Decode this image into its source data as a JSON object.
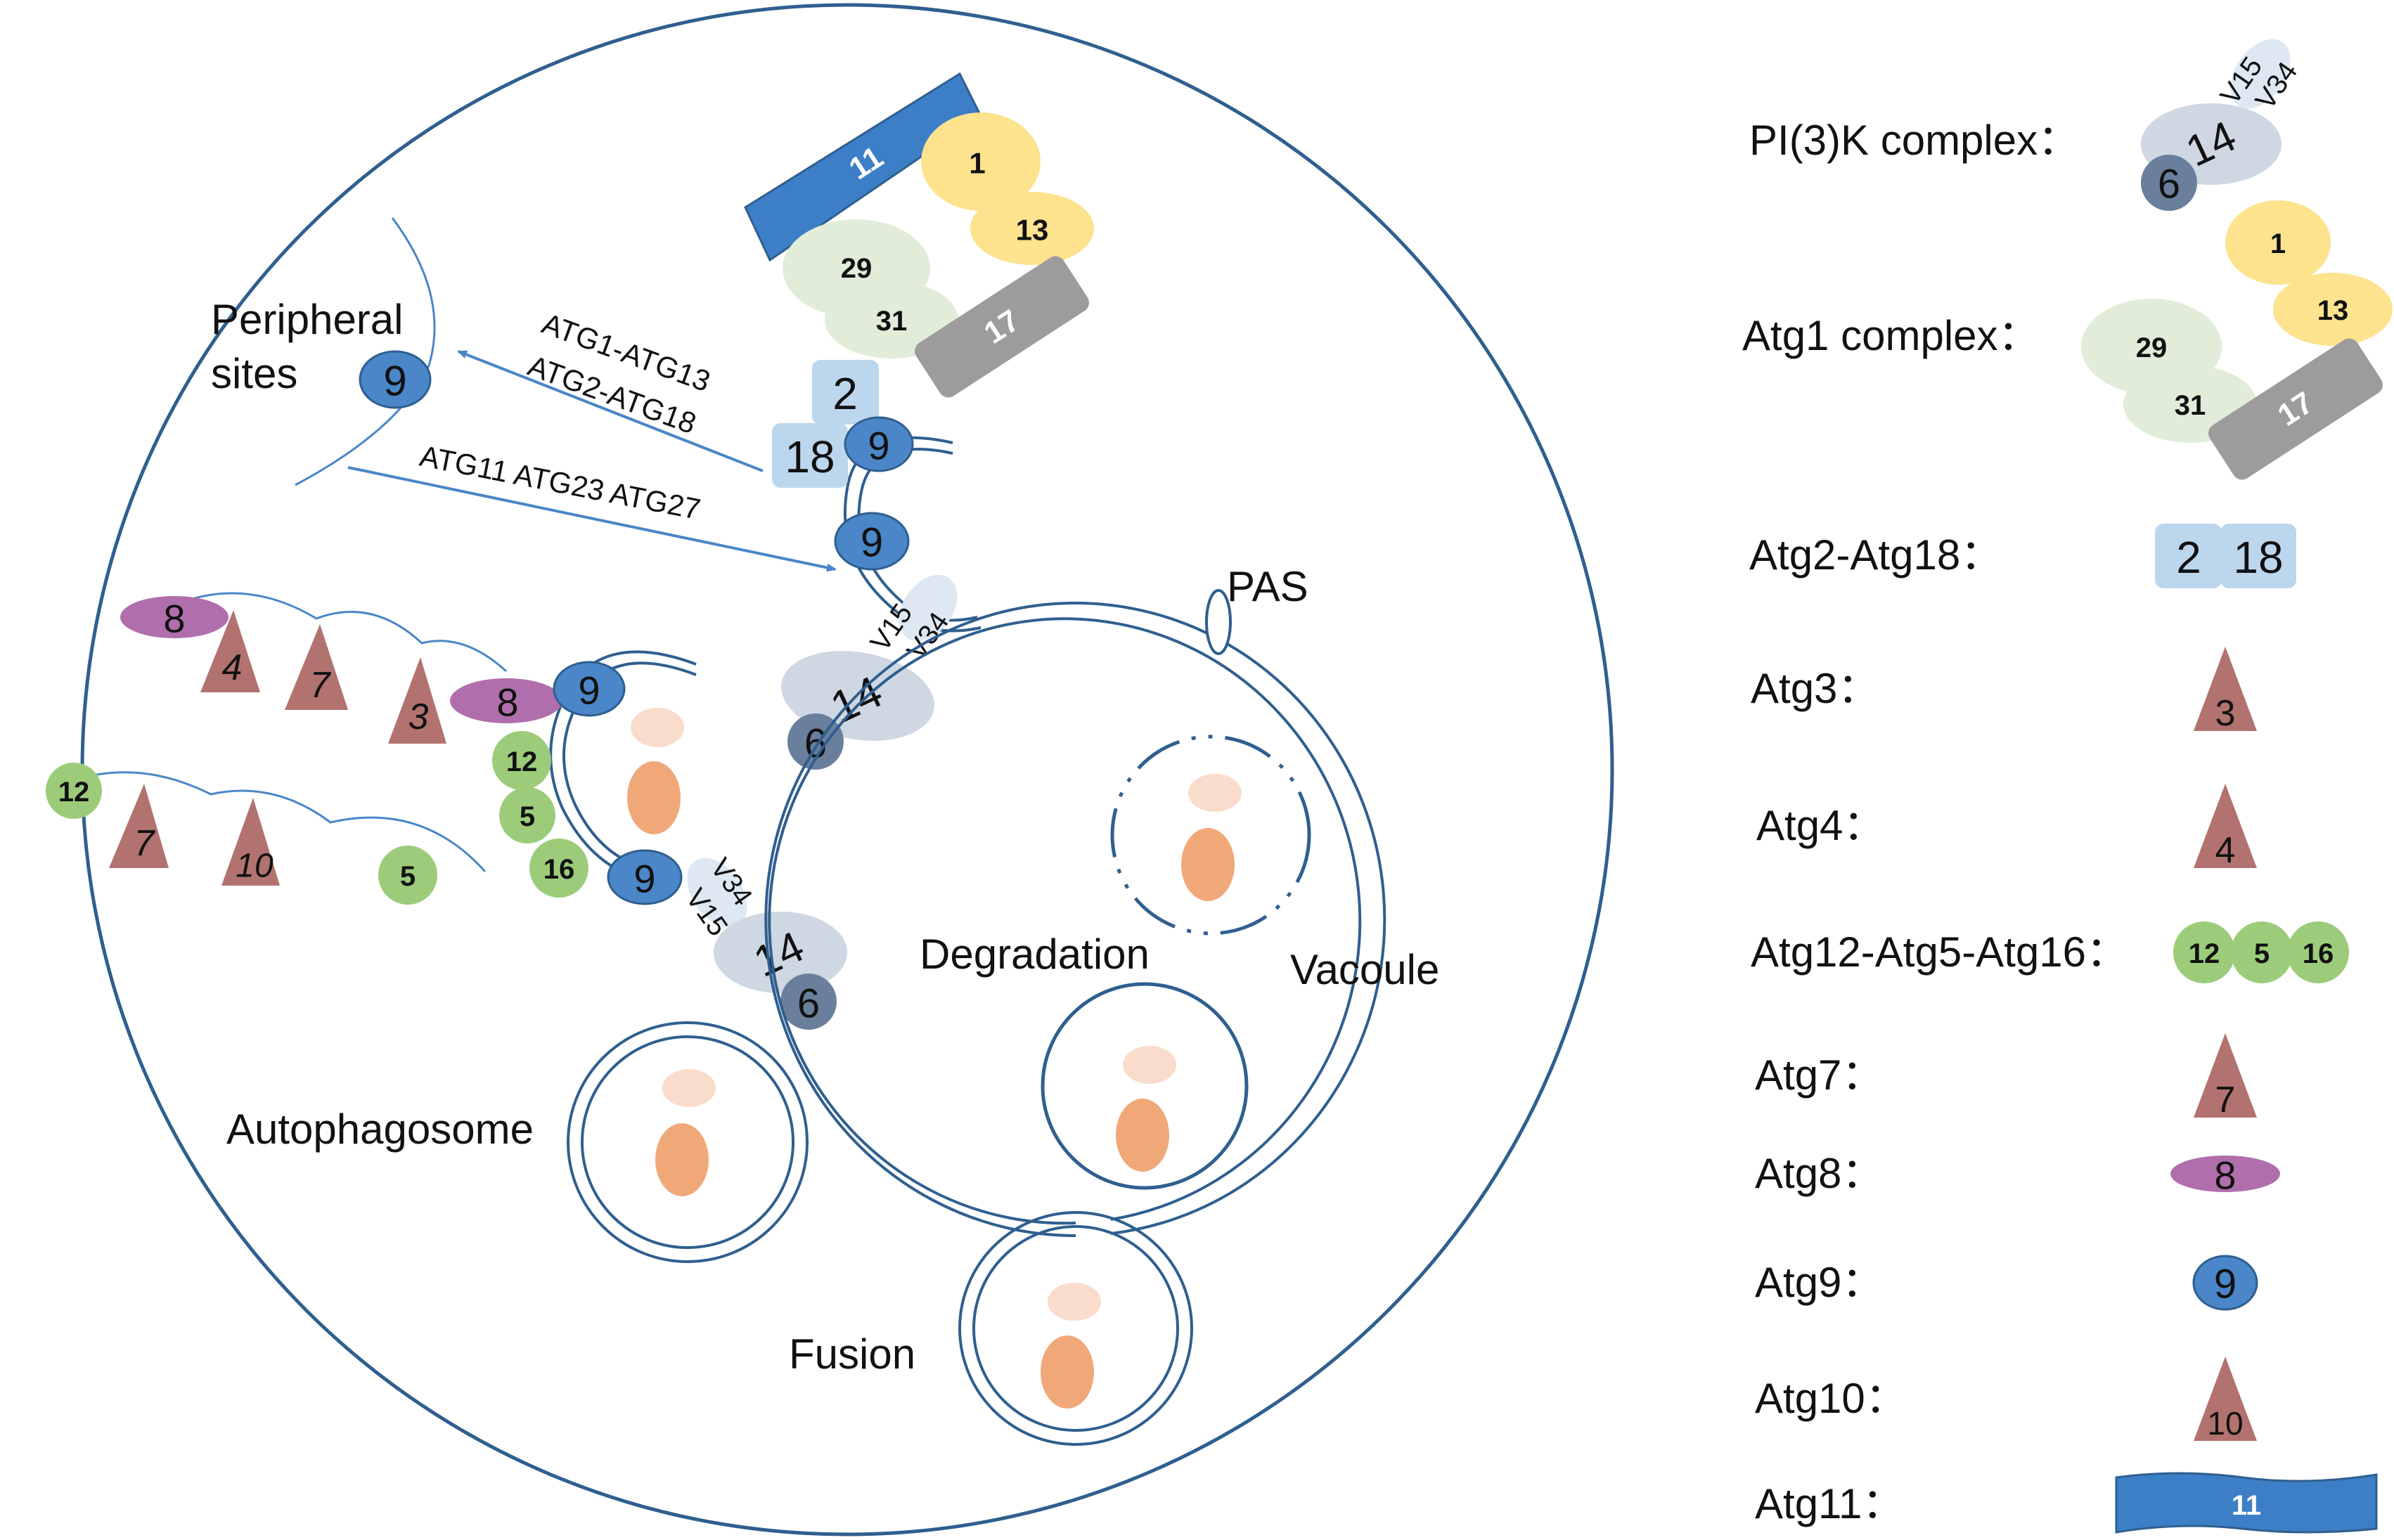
{
  "colors": {
    "membrane": "#2f5f8f",
    "atg9": "#4a86c8",
    "atg11": "#3d7fc6",
    "atg1": "#fde38e",
    "atg29": "#e1edd8",
    "atg17": "#9d9b9b",
    "atg2_18": "#bcd6ee",
    "pi3k_14": "#cfd7e3",
    "v15_v34": "#dde8f3",
    "atg6": "#6a7f9c",
    "atg8": "#b06ead",
    "triangle": "#b2726f",
    "green": "#9ccc7a",
    "cargo": "#f0a879",
    "cargo_light": "#f9dccb",
    "arrow": "#4a86c8"
  },
  "labels": {
    "peripheral_sites_line1": "Peripheral",
    "peripheral_sites_line2": "sites",
    "arrow_out_line1": "ATG1-ATG13",
    "arrow_out_line2": "ATG2-ATG18",
    "arrow_in": "ATG11 ATG23 ATG27",
    "pas": "PAS",
    "degradation": "Degradation",
    "vacuole": "Vacoule",
    "autophagosome": "Autophagosome",
    "fusion": "Fusion"
  },
  "proteins": {
    "atg1": "1",
    "atg13": "13",
    "atg29": "29",
    "atg31": "31",
    "atg17": "17",
    "atg11": "11",
    "atg2": "2",
    "atg18": "18",
    "atg9": "9",
    "atg14": "14",
    "atg6": "6",
    "v15": "V15",
    "v34": "V34",
    "atg8": "8",
    "atg4": "4",
    "atg7": "7",
    "atg3": "3",
    "atg12": "12",
    "atg10": "10",
    "atg5": "5",
    "atg16": "16"
  },
  "legend": [
    {
      "label": "PI(3)K complex：",
      "icon": "pi3k"
    },
    {
      "label": "Atg1 complex：",
      "icon": "atg1"
    },
    {
      "label": "Atg2-Atg18：",
      "icon": "atg2_18"
    },
    {
      "label": "Atg3：",
      "icon": "tri",
      "value": "3"
    },
    {
      "label": "Atg4：",
      "icon": "tri",
      "value": "4"
    },
    {
      "label": "Atg12-Atg5-Atg16：",
      "icon": "green3"
    },
    {
      "label": "Atg7：",
      "icon": "tri",
      "value": "7"
    },
    {
      "label": "Atg8：",
      "icon": "atg8"
    },
    {
      "label": "Atg9：",
      "icon": "atg9"
    },
    {
      "label": "Atg10：",
      "icon": "tri",
      "value": "10"
    },
    {
      "label": "Atg11：",
      "icon": "atg11"
    }
  ]
}
